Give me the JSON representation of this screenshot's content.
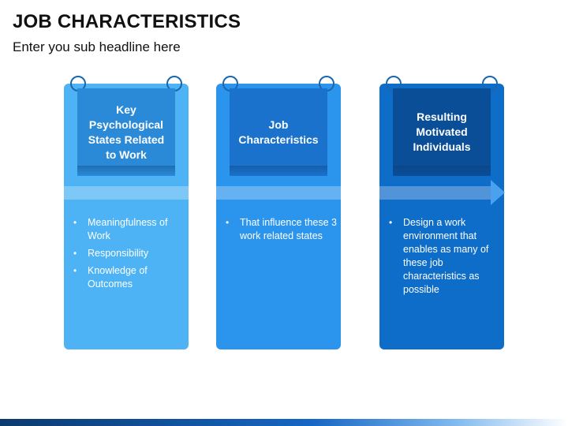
{
  "slide": {
    "title": "JOB CHARACTERISTICS",
    "subtitle": "Enter you sub headline here"
  },
  "cards": [
    {
      "heading": "Key Psychological States Related to Work",
      "bullets": [
        "Meaningfulness of Work",
        "Responsibility",
        "Knowledge of Outcomes"
      ]
    },
    {
      "heading": "Job Characteristics",
      "bullets": [
        "That influence these 3 work related states"
      ]
    },
    {
      "heading": "Resulting Motivated Individuals",
      "bullets": [
        "Design a work environment that enables as many of these job characteristics as possible"
      ]
    }
  ],
  "colors": {
    "card1": "#4db3f5",
    "card2": "#2b94ec",
    "card3": "#0e6dc9",
    "ring": "#1a67b0"
  },
  "icons": {
    "bullet": "•"
  }
}
